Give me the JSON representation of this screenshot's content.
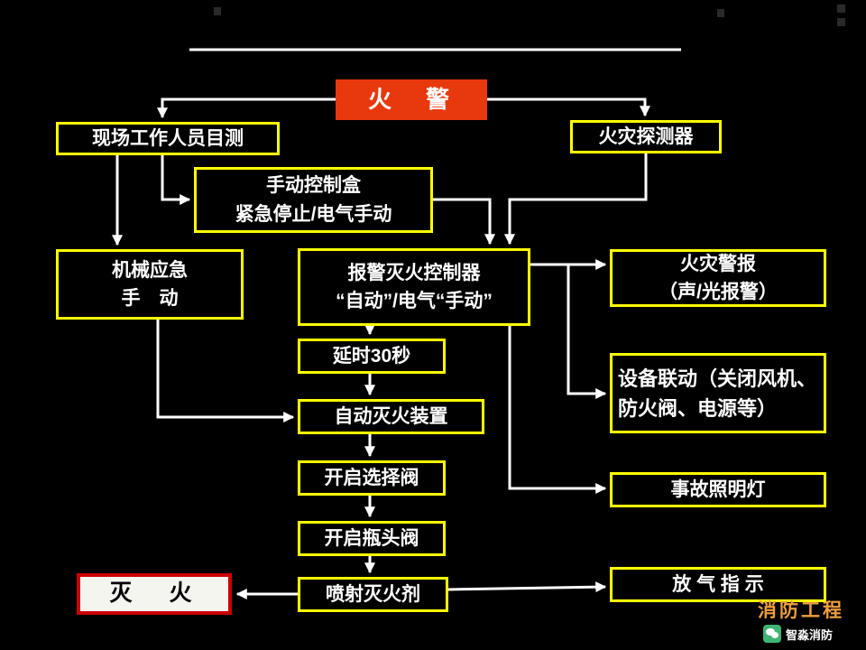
{
  "colors": {
    "background": "#000000",
    "box_border": "#ffff00",
    "connector": "#ffffff",
    "fire_box_fill": "#e8380d",
    "extinguish_border": "#cc0000",
    "brand_text": "#ef9f3f",
    "wechat_green": "#3eb575"
  },
  "nodes": {
    "fire_alarm": {
      "label": "火　警"
    },
    "visual_check": {
      "label": "现场工作人员目测"
    },
    "detector": {
      "label": "火灾探测器"
    },
    "manual_box": {
      "line1": "手动控制盒",
      "line2": "紧急停止/电气手动"
    },
    "mechanical": {
      "line1": "机械应急",
      "line2": "手　动"
    },
    "controller": {
      "line1": "报警灭火控制器",
      "line2": "“自动”/电气“手动”"
    },
    "fire_warning": {
      "line1": "火灾警报",
      "line2": "（声/光报警）"
    },
    "delay": {
      "label": "延时30秒"
    },
    "equipment_linkage": {
      "label": "设备联动（关闭风机、防火阀、电源等）"
    },
    "auto_extinguisher": {
      "label": "自动灭火装置"
    },
    "select_valve": {
      "label": "开启选择阀"
    },
    "accident_light": {
      "label": "事故照明灯"
    },
    "bottle_valve": {
      "label": "开启瓶头阀"
    },
    "spray_agent": {
      "label": "喷射灭火剂"
    },
    "extinguish": {
      "label": "灭　火"
    },
    "gas_indicator": {
      "label": "放 气 指 示"
    }
  },
  "watermark": {
    "brand": "消防工程",
    "wechat_name": "智淼消防"
  }
}
